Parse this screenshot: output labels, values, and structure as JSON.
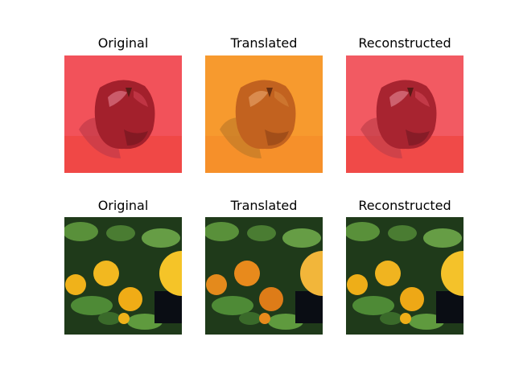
{
  "figure": {
    "rows": [
      {
        "subject": "apple",
        "panels": [
          {
            "title": "Original",
            "tint": "red"
          },
          {
            "title": "Translated",
            "tint": "orange"
          },
          {
            "title": "Reconstructed",
            "tint": "red"
          }
        ]
      },
      {
        "subject": "oranges-on-tree",
        "panels": [
          {
            "title": "Original",
            "tint": "yellow"
          },
          {
            "title": "Translated",
            "tint": "orange"
          },
          {
            "title": "Reconstructed",
            "tint": "yellow"
          }
        ]
      }
    ]
  },
  "colors": {
    "apple_bg_original": "#f2525a",
    "apple_bg_translated": "#f79a2e",
    "apple_body_original": "#a3202c",
    "apple_body_translated": "#c2621f",
    "foliage_dark": "#1f3a1a",
    "foliage_light": "#5f9a3e",
    "orange_fruit_yellow": "#f0b21a",
    "orange_fruit_orange": "#e88a1c"
  }
}
